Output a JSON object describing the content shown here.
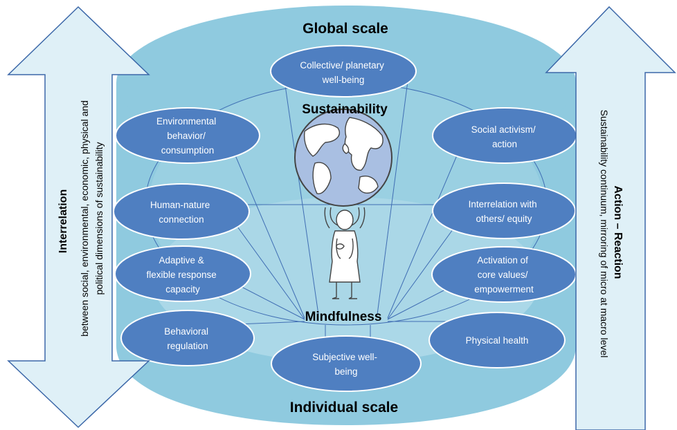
{
  "colors": {
    "cylinder_fill": "#8fcadf",
    "cylinder_top": "#a9d8e6",
    "inner_disc": "#c3e4ee",
    "ellipse_fill": "#4f7fc1",
    "ellipse_stroke": "#ffffff",
    "arrow_fill": "#dff0f7",
    "arrow_stroke": "#3b67a8",
    "line_color": "#3f6db3",
    "globe_fill": "#a9bfe2"
  },
  "titles": {
    "top": "Global scale",
    "bottom": "Individual scale",
    "upper_center": "Sustainability",
    "lower_center": "Mindfulness"
  },
  "left_arrow": {
    "title": "Interrelation",
    "line1": "between social, environmental, economic, physical and",
    "line2": "political dimensions of sustainability"
  },
  "right_arrow": {
    "title": "Action – Reaction",
    "line1": "Sustainability continuum, mirroring of micro at macro level"
  },
  "nodes": {
    "collective": [
      "Collective/ planetary",
      "well-being"
    ],
    "environmental": [
      "Environmental",
      "behavior/",
      "consumption"
    ],
    "social_activism": [
      "Social activism/",
      "action"
    ],
    "human_nature": [
      "Human-nature",
      "connection"
    ],
    "interrelation": [
      "Interrelation with",
      "others/ equity"
    ],
    "adaptive": [
      "Adaptive &",
      "flexible response",
      "capacity"
    ],
    "activation": [
      "Activation of",
      "core values/",
      "empowerment"
    ],
    "behavioral": [
      "Behavioral",
      "regulation"
    ],
    "subjective": [
      "Subjective well-",
      "being"
    ],
    "physical": [
      "Physical health"
    ]
  },
  "icons": {
    "center": "globe-carrier-icon"
  }
}
